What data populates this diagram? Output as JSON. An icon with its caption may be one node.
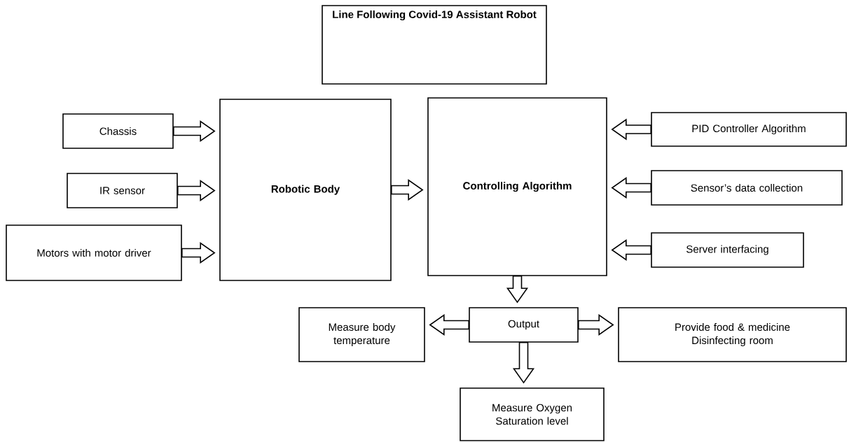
{
  "diagram": {
    "nodes": [
      {
        "text": [
          "Line Following Covid-19 Assistant Robot"
        ]
      },
      {
        "text": [
          "Chassis"
        ]
      },
      {
        "text": [
          "IR sensor"
        ]
      },
      {
        "text": [
          "Motors with motor driver"
        ]
      },
      {
        "text": [
          "Robotic Body"
        ]
      },
      {
        "text": [
          "Controlling Algorithm"
        ]
      },
      {
        "text": [
          "PID Controller Algorithm"
        ]
      },
      {
        "text": [
          "Sensor’s data collection"
        ]
      },
      {
        "text": [
          "Server interfacing"
        ]
      },
      {
        "text": [
          "Measure body temperature"
        ]
      },
      {
        "text": [
          "Output"
        ]
      },
      {
        "text": [
          "Provide food & medicine",
          "Disinfecting room"
        ]
      },
      {
        "text": [
          "Measure Oxygen Saturation level"
        ]
      }
    ],
    "edges": [
      {
        "from": 1,
        "to": 4,
        "arrow": "to"
      },
      {
        "from": 2,
        "to": 4,
        "arrow": "to"
      },
      {
        "from": 3,
        "to": 4,
        "arrow": "to"
      },
      {
        "from": 4,
        "to": 5,
        "arrow": "to"
      },
      {
        "from": 6,
        "to": 5,
        "arrow": "to"
      },
      {
        "from": 7,
        "to": 5,
        "arrow": "to"
      },
      {
        "from": 8,
        "to": 5,
        "arrow": "to"
      },
      {
        "from": 5,
        "to": 10,
        "arrow": "to"
      },
      {
        "from": 10,
        "to": 9,
        "arrow": "to"
      },
      {
        "from": 10,
        "to": 11,
        "arrow": "to"
      },
      {
        "from": 10,
        "to": 12,
        "arrow": "to"
      }
    ]
  }
}
